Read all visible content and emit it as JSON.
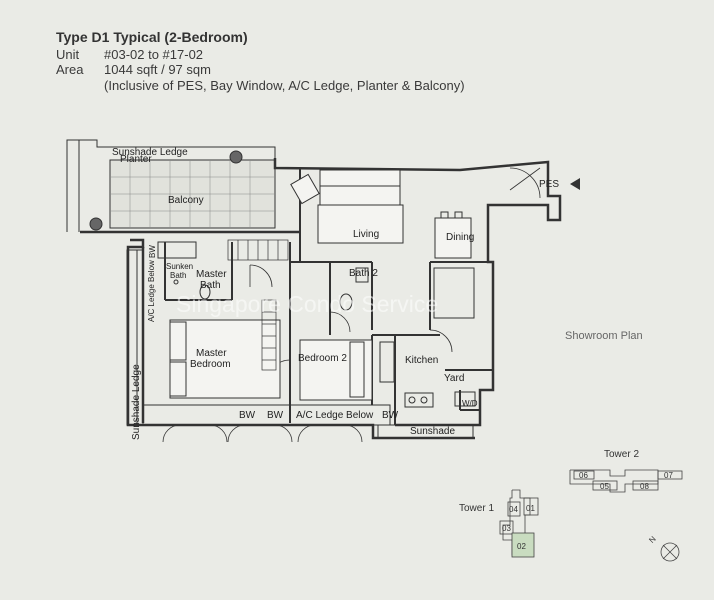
{
  "header": {
    "title": "Type D1 Typical (2-Bedroom)",
    "unit_label": "Unit",
    "unit_value": "#03-02 to #17-02",
    "area_label": "Area",
    "area_value": "1044 sqft / 97 sqm",
    "area_note": "(Inclusive of PES, Bay Window, A/C Ledge, Planter & Balcony)"
  },
  "rooms": {
    "sunshade_ledge_top": "Sunshade Ledge",
    "planter": "Planter",
    "balcony": "Balcony",
    "pes": "PES",
    "living": "Living",
    "dining": "Dining",
    "bw": "BW",
    "sunken_bath": [
      "Sunken",
      "Bath"
    ],
    "master_bath": [
      "Master",
      "Bath"
    ],
    "ac_ledge_below_vertical": "A/C Ledge Below",
    "bath2": "Bath 2",
    "master_bedroom": [
      "Master",
      "Bedroom"
    ],
    "bedroom2": "Bedroom 2",
    "kitchen": "Kitchen",
    "yard": "Yard",
    "sunshade_ledge_left": "Sunshade Ledge",
    "bw1": "BW",
    "bw2": "BW",
    "ac_ledge_below": "A/C Ledge Below",
    "bw3": "BW",
    "wd": "W/D",
    "sunshade_bottom": "Sunshade"
  },
  "watermark": "Singapore Condo Service",
  "stamp": "Showroom Plan",
  "keyplan": {
    "tower2": "Tower 2",
    "tower1": "Tower 1",
    "units_t2": [
      "06",
      "05",
      "08",
      "07"
    ],
    "units_t1": [
      "01",
      "04",
      "03",
      "02"
    ],
    "highlight": "02",
    "highlight_color": "#c9dcc0",
    "north": "N"
  }
}
